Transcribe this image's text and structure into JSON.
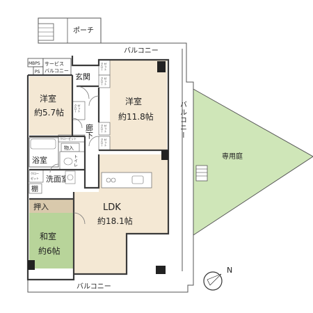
{
  "rooms": {
    "porch": "ポーチ",
    "balcony_top": "バルコニー",
    "balcony_right": "バルコニー",
    "balcony_bottom": "バルコニー",
    "mbps": "MBPS",
    "ps": "PS",
    "service_balcony_1": "サービス",
    "service_balcony_2": "バルコニー",
    "entrance": "玄関",
    "western_room_1": {
      "name": "洋室",
      "size": "約5.7帖"
    },
    "western_room_2": {
      "name": "洋室",
      "size": "約11.8帖"
    },
    "hallway": "廊下",
    "closet": "クローゼット",
    "closet_short_1": "クロー",
    "closet_short_2": "ゼット",
    "storage": "物入",
    "bath": "浴室",
    "toilet": "トイレ",
    "washroom": "洗面室",
    "shelf": "棚",
    "closet_oshiire": "押入",
    "ldk": {
      "name": "LDK",
      "size": "約18.1帖"
    },
    "japanese_room": {
      "name": "和室",
      "size": "約6帖"
    },
    "private_garden": "専用庭"
  },
  "compass": {
    "north_label": "N"
  },
  "colors": {
    "wood_floor": "#f4e8d4",
    "tatami": "#b8d49a",
    "oshiire": "#d9c9ac",
    "garden": "#cfe6b8",
    "wall": "#3a3a3a"
  }
}
